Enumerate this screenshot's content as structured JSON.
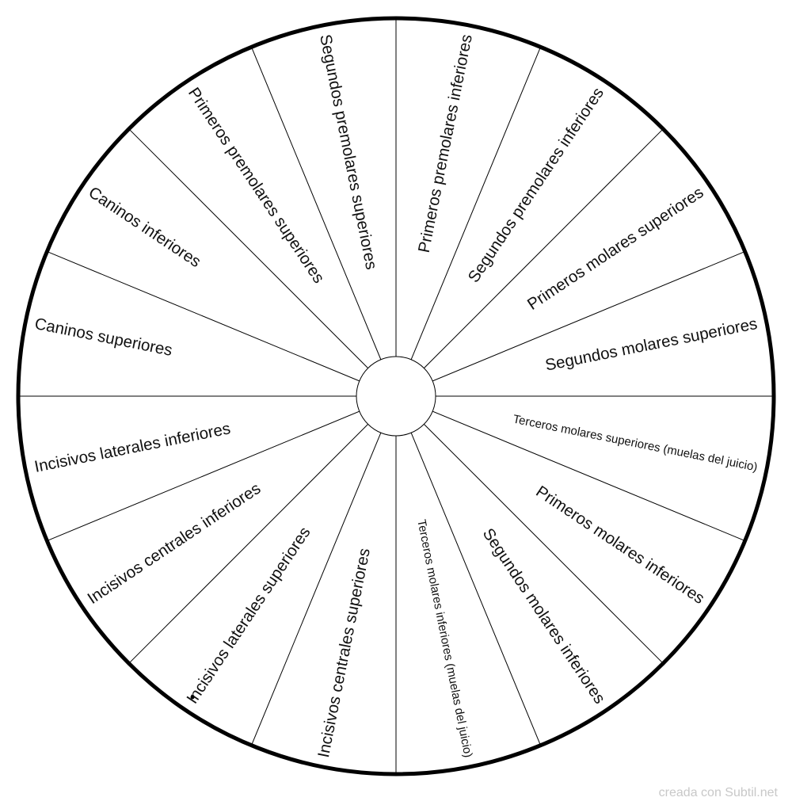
{
  "wheel": {
    "segments": [
      {
        "label": "Primeros premolares inferiores",
        "small": false
      },
      {
        "label": "Segundos premolares inferiores",
        "small": false
      },
      {
        "label": "Primeros molares superiores",
        "small": false
      },
      {
        "label": "Segundos molares superiores",
        "small": false
      },
      {
        "label": "Terceros molares superiores (muelas del juicio)",
        "small": true
      },
      {
        "label": "Primeros molares inferiores",
        "small": false
      },
      {
        "label": "Segundos molares inferiores",
        "small": false
      },
      {
        "label": "Terceros molares inferiores (muelas del juicio)",
        "small": true
      },
      {
        "label": "Incisivos centrales superiores",
        "small": false
      },
      {
        "label": "Incisivos laterales superiores",
        "small": false
      },
      {
        "label": "Incisivos centrales inferiores",
        "small": false
      },
      {
        "label": "Incisivos laterales inferiores",
        "small": false
      },
      {
        "label": "Caninos superiores",
        "small": false
      },
      {
        "label": "Caninos inferiores",
        "small": false
      },
      {
        "label": "Primeros premolares superiores",
        "small": false
      },
      {
        "label": "Segundos premolares superiores",
        "small": false
      }
    ]
  },
  "watermark": "creada con Subtil.net"
}
